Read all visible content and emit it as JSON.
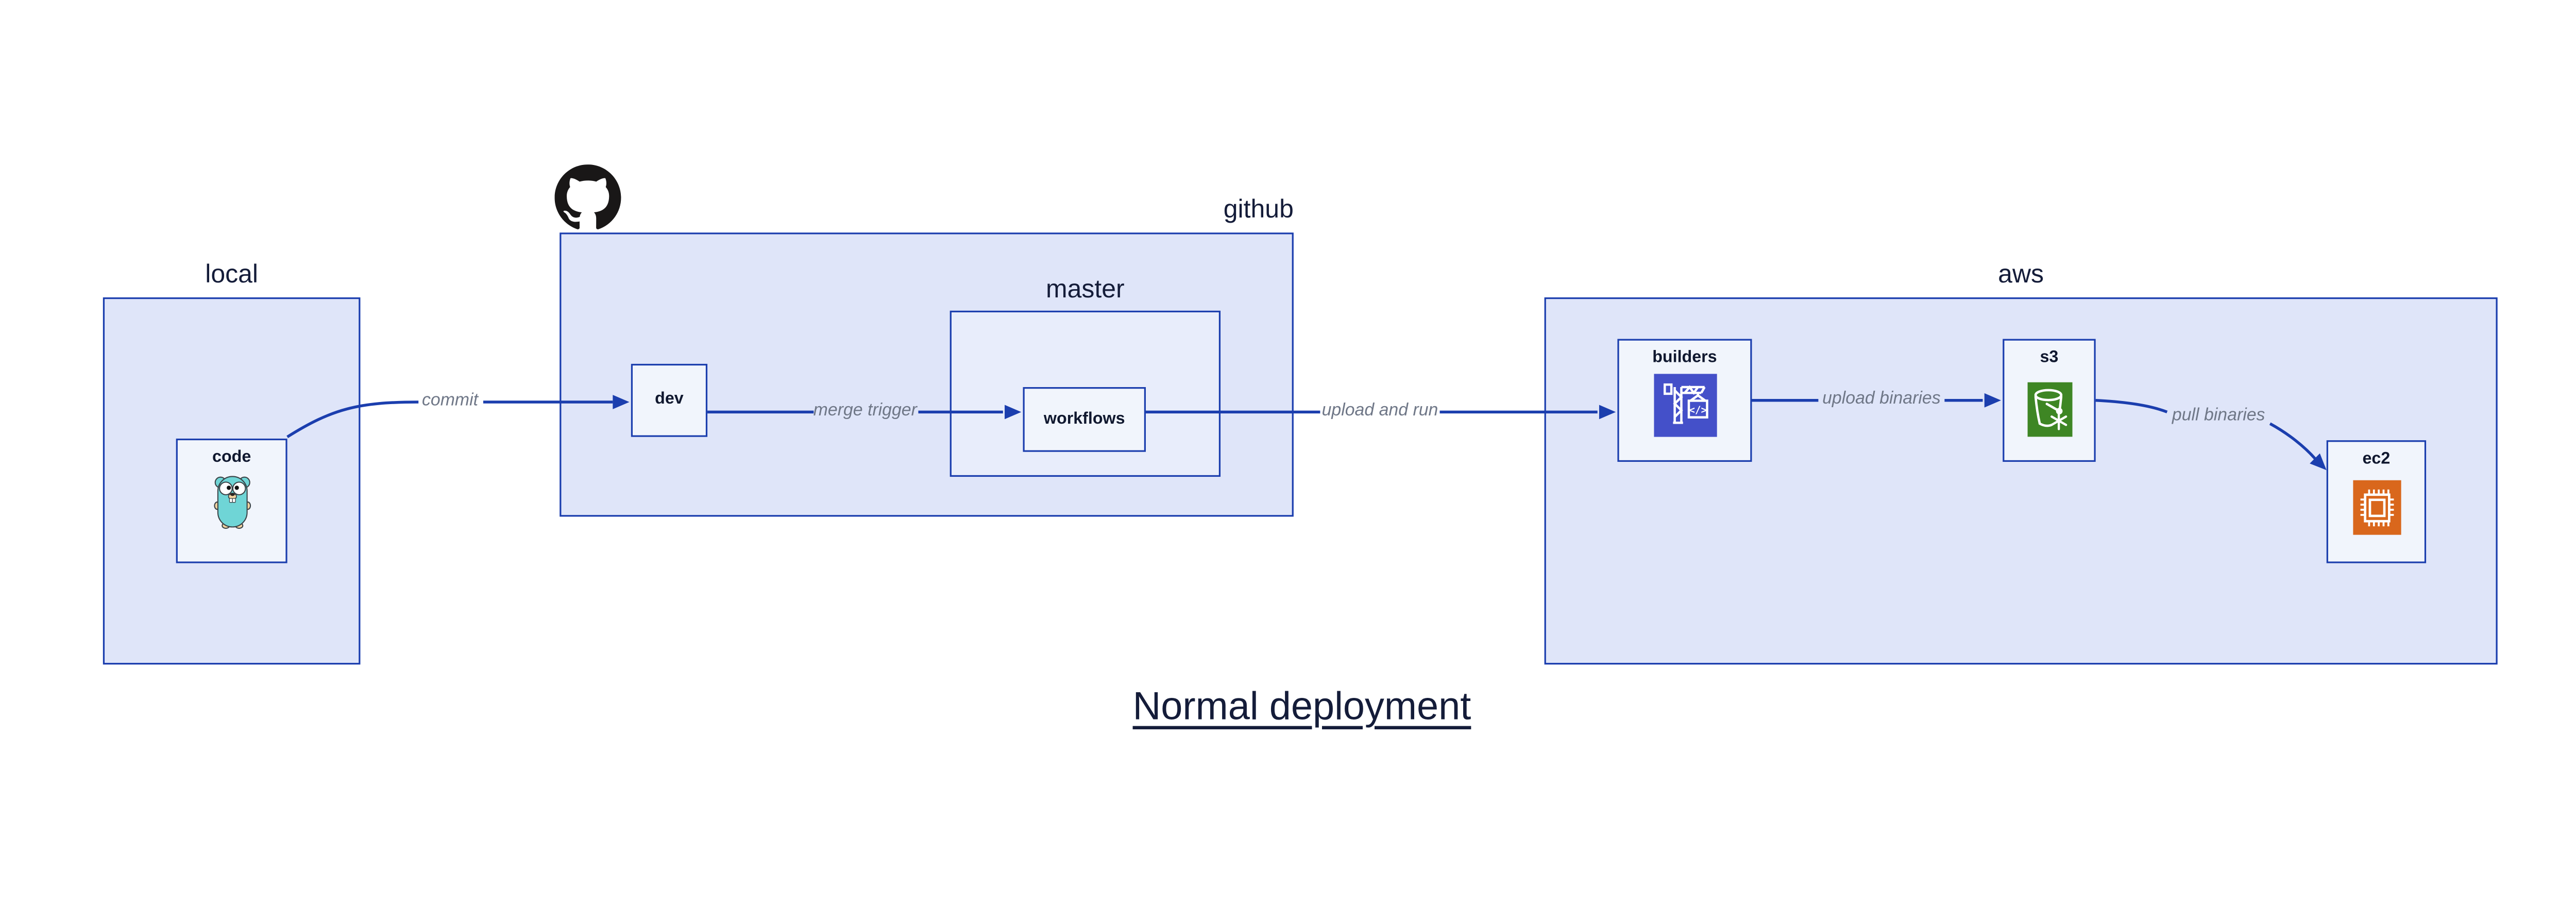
{
  "title": {
    "text": "Normal deployment"
  },
  "containers": {
    "local": {
      "label": "local"
    },
    "github": {
      "label": "github"
    },
    "master": {
      "label": "master"
    },
    "aws": {
      "label": "aws"
    }
  },
  "nodes": {
    "code": {
      "label": "code",
      "icon": "go-gopher-icon"
    },
    "dev": {
      "label": "dev"
    },
    "workflows": {
      "label": "workflows"
    },
    "builders": {
      "label": "builders",
      "icon": "aws-codebuild-icon"
    },
    "s3": {
      "label": "s3",
      "icon": "aws-s3-glacier-icon"
    },
    "ec2": {
      "label": "ec2",
      "icon": "aws-ec2-icon"
    }
  },
  "edges": {
    "commit": {
      "label": "commit",
      "from": "code",
      "to": "dev"
    },
    "merge_trigger": {
      "label": "merge trigger",
      "from": "dev",
      "to": "workflows"
    },
    "upload_and_run": {
      "label": "upload and run",
      "from": "workflows",
      "to": "builders"
    },
    "upload_binaries": {
      "label": "upload binaries",
      "from": "builders",
      "to": "s3"
    },
    "pull_binaries": {
      "label": "pull binaries",
      "from": "s3",
      "to": "ec2"
    }
  },
  "icons": {
    "octocat": "github-octocat-icon"
  },
  "colors": {
    "canvas": "#ffffff",
    "container_fill": "#dfe5f9",
    "master_fill": "#e8edfb",
    "node_fill": "#f1f5fc",
    "border_blue": "#1b3eae",
    "arrow_blue": "#1b3eae",
    "edge_label_gray": "#6f7787",
    "text_navy": "#141c39",
    "octocat_black": "#191717",
    "gopher_teal": "#6fd5d6",
    "codebuild_indigo": "#4450c9",
    "s3_glacier_green": "#3e8624",
    "ec2_orange": "#d9671c"
  }
}
